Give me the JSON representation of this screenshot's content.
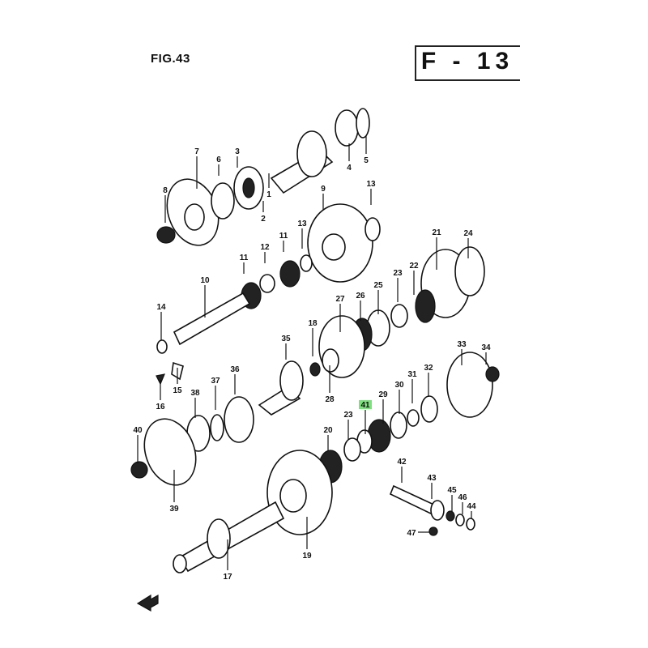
{
  "figure_title": "FIG.43",
  "page_code": "F - 13",
  "highlight_color": "#7fe07f",
  "highlighted_callout": "41",
  "callouts": [
    "1",
    "2",
    "3",
    "4",
    "5",
    "6",
    "7",
    "8",
    "9",
    "10",
    "11",
    "11",
    "12",
    "13",
    "13",
    "14",
    "15",
    "16",
    "17",
    "18",
    "19",
    "20",
    "21",
    "22",
    "23",
    "23",
    "24",
    "25",
    "26",
    "27",
    "28",
    "29",
    "30",
    "31",
    "32",
    "33",
    "34",
    "35",
    "36",
    "37",
    "38",
    "39",
    "40",
    "41",
    "42",
    "43",
    "44",
    "45",
    "46",
    "47"
  ],
  "direction_arrow": "front-arrow-icon"
}
